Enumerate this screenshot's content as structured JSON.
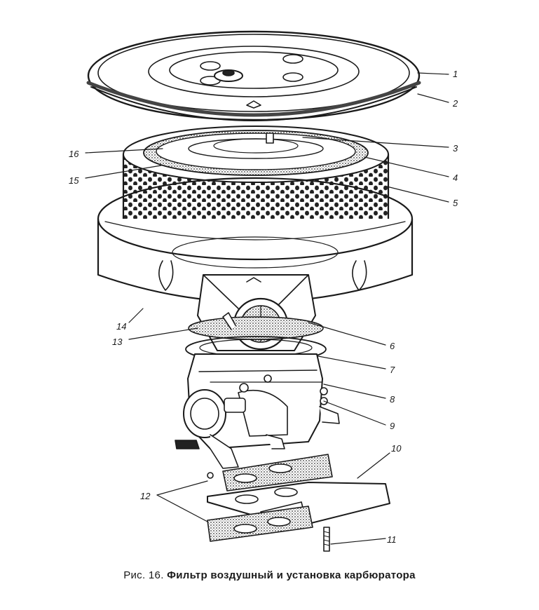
{
  "figure": {
    "caption_label": "Рис. 16.",
    "caption_title": "Фильтр воздушный и установка карбюратора",
    "callouts": [
      "1",
      "2",
      "3",
      "4",
      "5",
      "6",
      "7",
      "8",
      "9",
      "10",
      "11",
      "12",
      "13",
      "14",
      "15",
      "16"
    ]
  }
}
